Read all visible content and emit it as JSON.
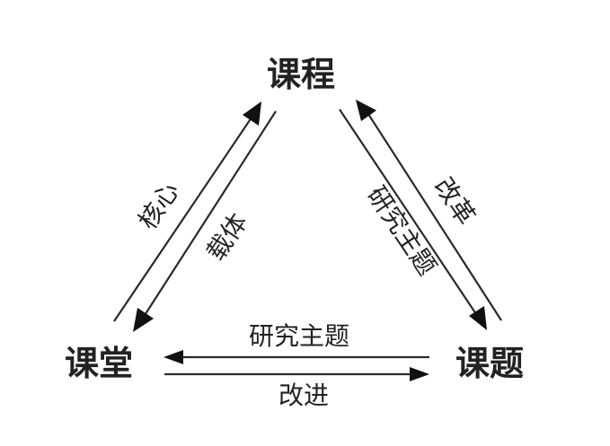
{
  "nodes": {
    "top": "课程",
    "left": "课堂",
    "right": "课题"
  },
  "edges": {
    "left_outer": "核心",
    "left_inner": "载体",
    "right_outer": "改革",
    "right_inner": "研究主题",
    "bottom_upper": "研究主题",
    "bottom_lower": "改进"
  },
  "colors": {
    "ink": "#222222",
    "background": "#ffffff"
  }
}
